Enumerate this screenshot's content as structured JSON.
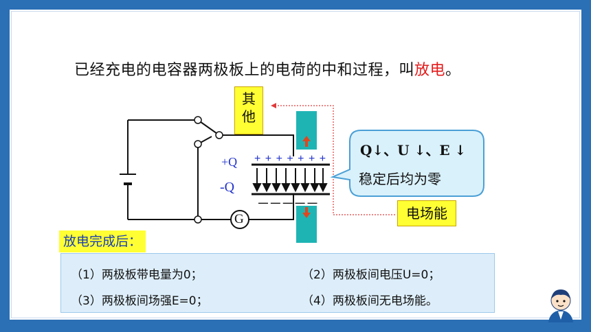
{
  "heading": {
    "prefix": "已经充电的电容器两极板上的电荷的中和过程，叫",
    "accent": "放电",
    "suffix": "。"
  },
  "diagram": {
    "tag_other": "其他",
    "tag_energy": "电场能",
    "plate_top_label": "+Q",
    "plate_bottom_label": "-Q",
    "plate_top_charges": "+ + + + + + +",
    "plate_bottom_charges": "— — — — —",
    "galvanometer": "G",
    "callout_line1": "Q↓、U ↓、E ↓",
    "callout_line2": "稳定后均为零",
    "colors": {
      "wire": "#111111",
      "plate": "#111111",
      "charge": "#2233cc",
      "arrow_bar": "#1fb4b4",
      "arrow_red": "#e0461e",
      "dotted": "#e03a3a",
      "callout_fill": "#d9f1fb",
      "callout_stroke": "#4a9fd6"
    }
  },
  "results": {
    "title": "放电完成后：",
    "items": [
      "（1）两极板带电量为0；",
      "（2）两极板间电压U=0；",
      "（3）两极板间场强E=0；",
      "（4）两极板间无电场能。"
    ]
  },
  "icons": [
    "person-mascot-icon"
  ]
}
